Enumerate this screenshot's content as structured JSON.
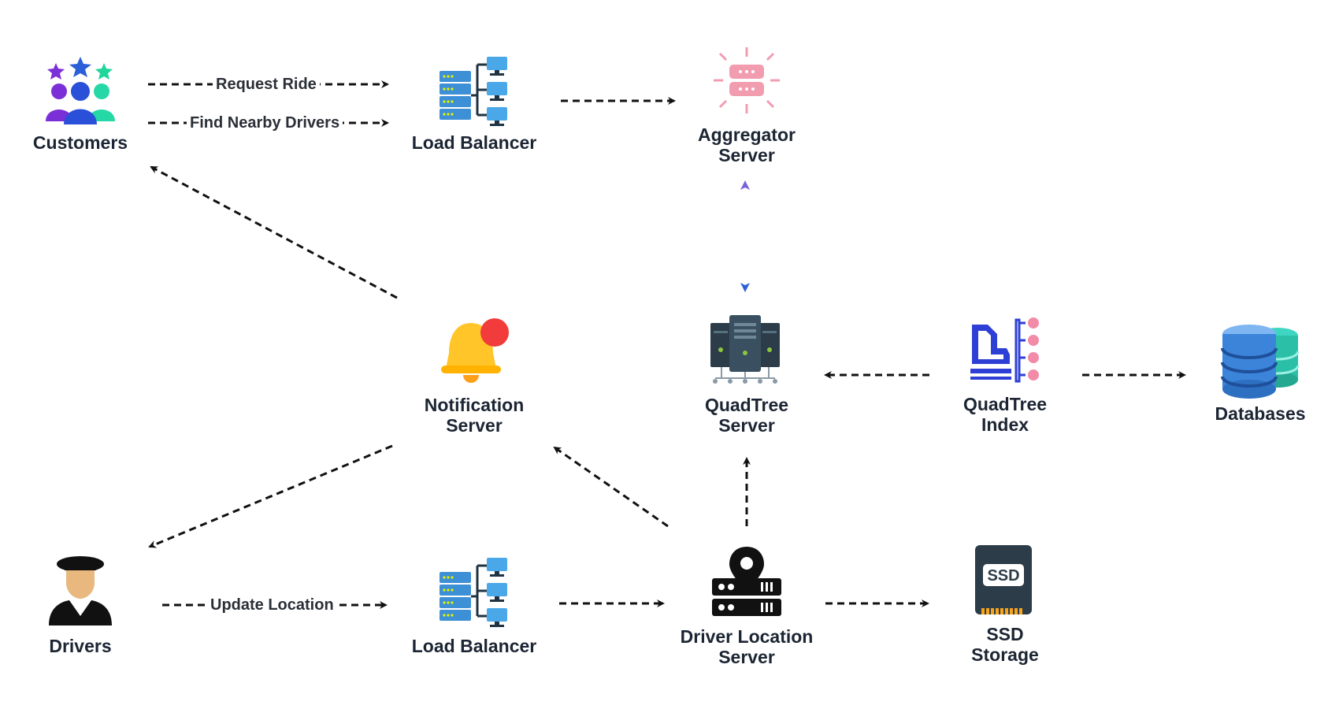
{
  "nodes": {
    "customers": {
      "label": "Customers",
      "icon": "customers-group-icon"
    },
    "load_balancer_top": {
      "label": "Load Balancer",
      "icon": "load-balancer-icon"
    },
    "aggregator": {
      "line1": "Aggregator",
      "line2": "Server",
      "icon": "aggregator-icon"
    },
    "notification": {
      "line1": "Notification",
      "line2": "Server",
      "icon": "notification-bell-icon"
    },
    "quadtree_server": {
      "line1": "QuadTree",
      "line2": "Server",
      "icon": "server-rack-icon"
    },
    "quadtree_index": {
      "line1": "QuadTree",
      "line2": "Index",
      "icon": "index-icon"
    },
    "databases": {
      "label": "Databases",
      "icon": "database-icon"
    },
    "drivers": {
      "label": "Drivers",
      "icon": "driver-icon"
    },
    "load_balancer_bottom": {
      "label": "Load Balancer",
      "icon": "load-balancer-icon"
    },
    "driver_location": {
      "line1": "Driver Location",
      "line2": "Server",
      "icon": "location-server-icon"
    },
    "ssd": {
      "line1": "SSD",
      "line2": "Storage",
      "icon": "ssd-icon",
      "chip_text": "SSD"
    }
  },
  "edges": {
    "request_ride": "Request Ride",
    "find_nearby": "Find Nearby Drivers",
    "update_location": "Update Location"
  },
  "colors": {
    "arrow": "#111111",
    "bidirectional_arrow_top": "#7b61d8",
    "bidirectional_arrow_bottom": "#2b5fd9",
    "text": "#1c2533"
  }
}
